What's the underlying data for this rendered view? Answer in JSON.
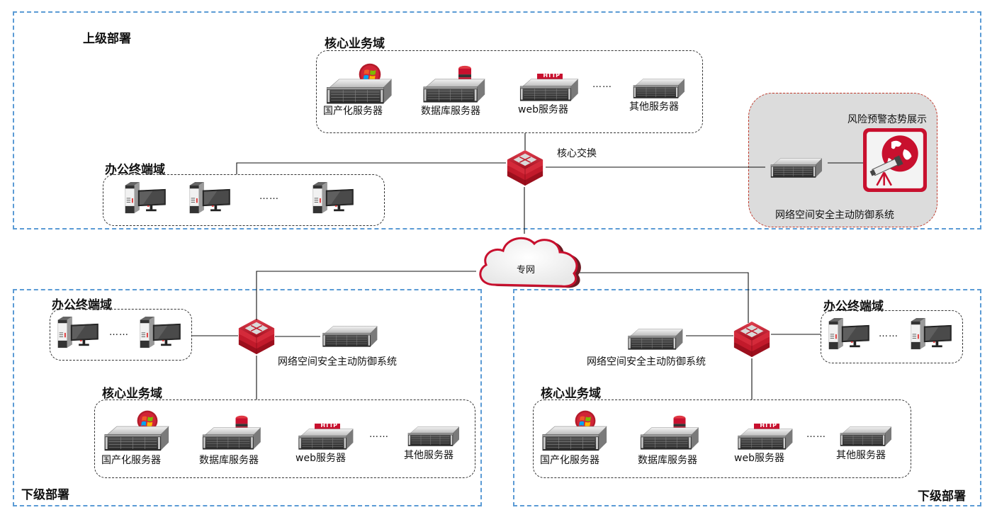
{
  "upper": {
    "title": "上级部署",
    "core_domain": {
      "title": "核心业务域",
      "servers": [
        {
          "label": "国产化服务器",
          "icon": "windows-badge"
        },
        {
          "label": "数据库服务器",
          "icon": "database"
        },
        {
          "label": "web服务器",
          "icon": "http-badge",
          "badge": "HTTP"
        },
        {
          "label": "其他服务器",
          "icon": "server"
        }
      ],
      "ellipsis": "……"
    },
    "office_domain": {
      "title": "办公终端域",
      "ellipsis": "……"
    },
    "core_switch": {
      "label": "核心交换"
    },
    "security_system": {
      "label": "网络空间安全主动防御系统",
      "display_label": "风险预警态势展示"
    }
  },
  "network": {
    "label": "专网"
  },
  "lower_left": {
    "title": "下级部署",
    "office_domain": {
      "title": "办公终端域",
      "ellipsis": "……"
    },
    "security_label": "网络空间安全主动防御系统",
    "core_domain": {
      "title": "核心业务域",
      "servers": [
        {
          "label": "国产化服务器",
          "icon": "windows-badge"
        },
        {
          "label": "数据库服务器",
          "icon": "database"
        },
        {
          "label": "web服务器",
          "icon": "http-badge",
          "badge": "HTTP"
        },
        {
          "label": "其他服务器",
          "icon": "server"
        }
      ],
      "ellipsis": "……"
    }
  },
  "lower_right": {
    "title": "下级部署",
    "office_domain": {
      "title": "办公终端域",
      "ellipsis": "……"
    },
    "security_label": "网络空间安全主动防御系统",
    "core_domain": {
      "title": "核心业务域",
      "servers": [
        {
          "label": "国产化服务器",
          "icon": "windows-badge"
        },
        {
          "label": "数据库服务器",
          "icon": "database"
        },
        {
          "label": "web服务器",
          "icon": "http-badge",
          "badge": "HTTP"
        },
        {
          "label": "其他服务器",
          "icon": "server"
        }
      ],
      "ellipsis": "……"
    }
  },
  "colors": {
    "region_border": "#5b9bd5",
    "accent_red": "#c8102e",
    "security_bg": "#dcdcdc"
  }
}
